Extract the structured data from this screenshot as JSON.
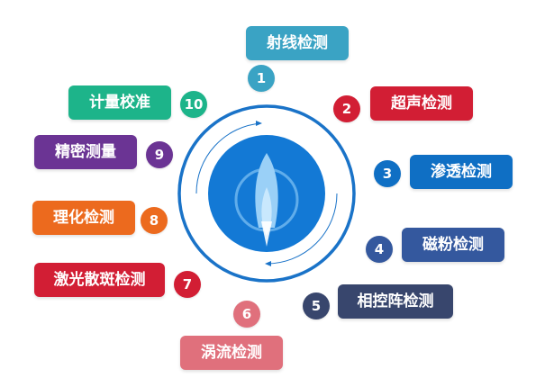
{
  "items": [
    {
      "number": "1",
      "label": "射线检测",
      "color": "#3aa3c4"
    },
    {
      "number": "2",
      "label": "超声检测",
      "color": "#d21e34"
    },
    {
      "number": "3",
      "label": "渗透检测",
      "color": "#0f6fc4"
    },
    {
      "number": "4",
      "label": "磁粉检测",
      "color": "#34589e"
    },
    {
      "number": "5",
      "label": "相控阵检测",
      "color": "#38466d"
    },
    {
      "number": "6",
      "label": "涡流检测",
      "color": "#e0707c"
    },
    {
      "number": "7",
      "label": "激光散斑检测",
      "color": "#d21e34"
    },
    {
      "number": "8",
      "label": "理化检测",
      "color": "#ec6a1e"
    },
    {
      "number": "9",
      "label": "精密测量",
      "color": "#6b3494"
    },
    {
      "number": "10",
      "label": "计量校准",
      "color": "#1db48a"
    }
  ],
  "center": {
    "ring_color": "#1a73c8",
    "circle_color": "#1379d5",
    "icon": "rocket-icon"
  }
}
